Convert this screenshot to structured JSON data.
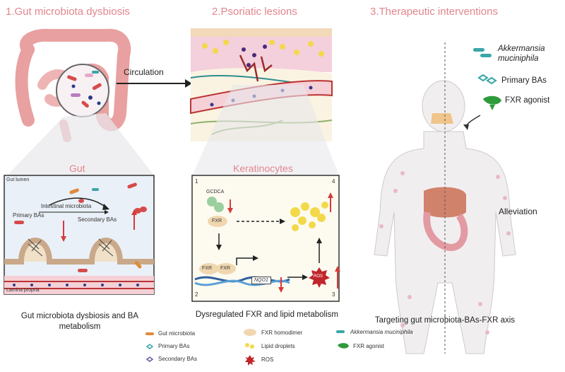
{
  "sections": {
    "gut": {
      "title": "1.Gut microbiota dysbiosis"
    },
    "skin": {
      "title": "2.Psoriatic lesions"
    },
    "therapy": {
      "title": "3.Therapeutic interventions"
    }
  },
  "circulation_label": "Circulation",
  "gut_panel": {
    "title": "Gut",
    "lumen_label": "Gut lumen",
    "lamina_label": "Lamina propria",
    "microbiota_label": "Intestinal microbiota",
    "primary_label": "Primary BAs",
    "secondary_label": "Secondary BAs",
    "caption_line1": "Gut microbiota dysbiosis and BA",
    "caption_line2": "metabolism"
  },
  "kera_panel": {
    "title": "Keratinocytes",
    "gcdca": "GCDCA",
    "fxr": "FXR",
    "fxr_dimer_left": "FXR",
    "fxr_dimer_right": "FXR",
    "nqo1": "NQO1",
    "ros": "ROS",
    "n1": "1",
    "n2": "2",
    "n3": "3",
    "n4": "4",
    "caption": "Dysregulated FXR and lipid metabolism"
  },
  "therapy_panel": {
    "akk_line1": "Akkermansia",
    "akk_line2": "muciniphila",
    "primary": "Primary BAs",
    "fxr_agonist": "FXR agonist",
    "alleviation": "Alleviation",
    "caption": "Targeting gut microbiota-BAs-FXR axis"
  },
  "legend": {
    "gut_microbiota": "Gut microbiota",
    "primary": "Primary  BAs",
    "secondary": "Secondary  BAs",
    "fxr_homodimer": "FXR homodimer",
    "lipid_droplets": "Lipid droplets",
    "ros": "ROS",
    "akk": "Akkermansia muciniphila",
    "fxr_agonist": "FXR agonist"
  },
  "colors": {
    "title_pink": "#e2868d",
    "red_arrow": "#d63a3a",
    "green_agonist": "#2e9b3a",
    "teal_bacteria": "#3aa6a8",
    "ros_red": "#c0262c",
    "lipid_yellow": "#f3d94a"
  }
}
